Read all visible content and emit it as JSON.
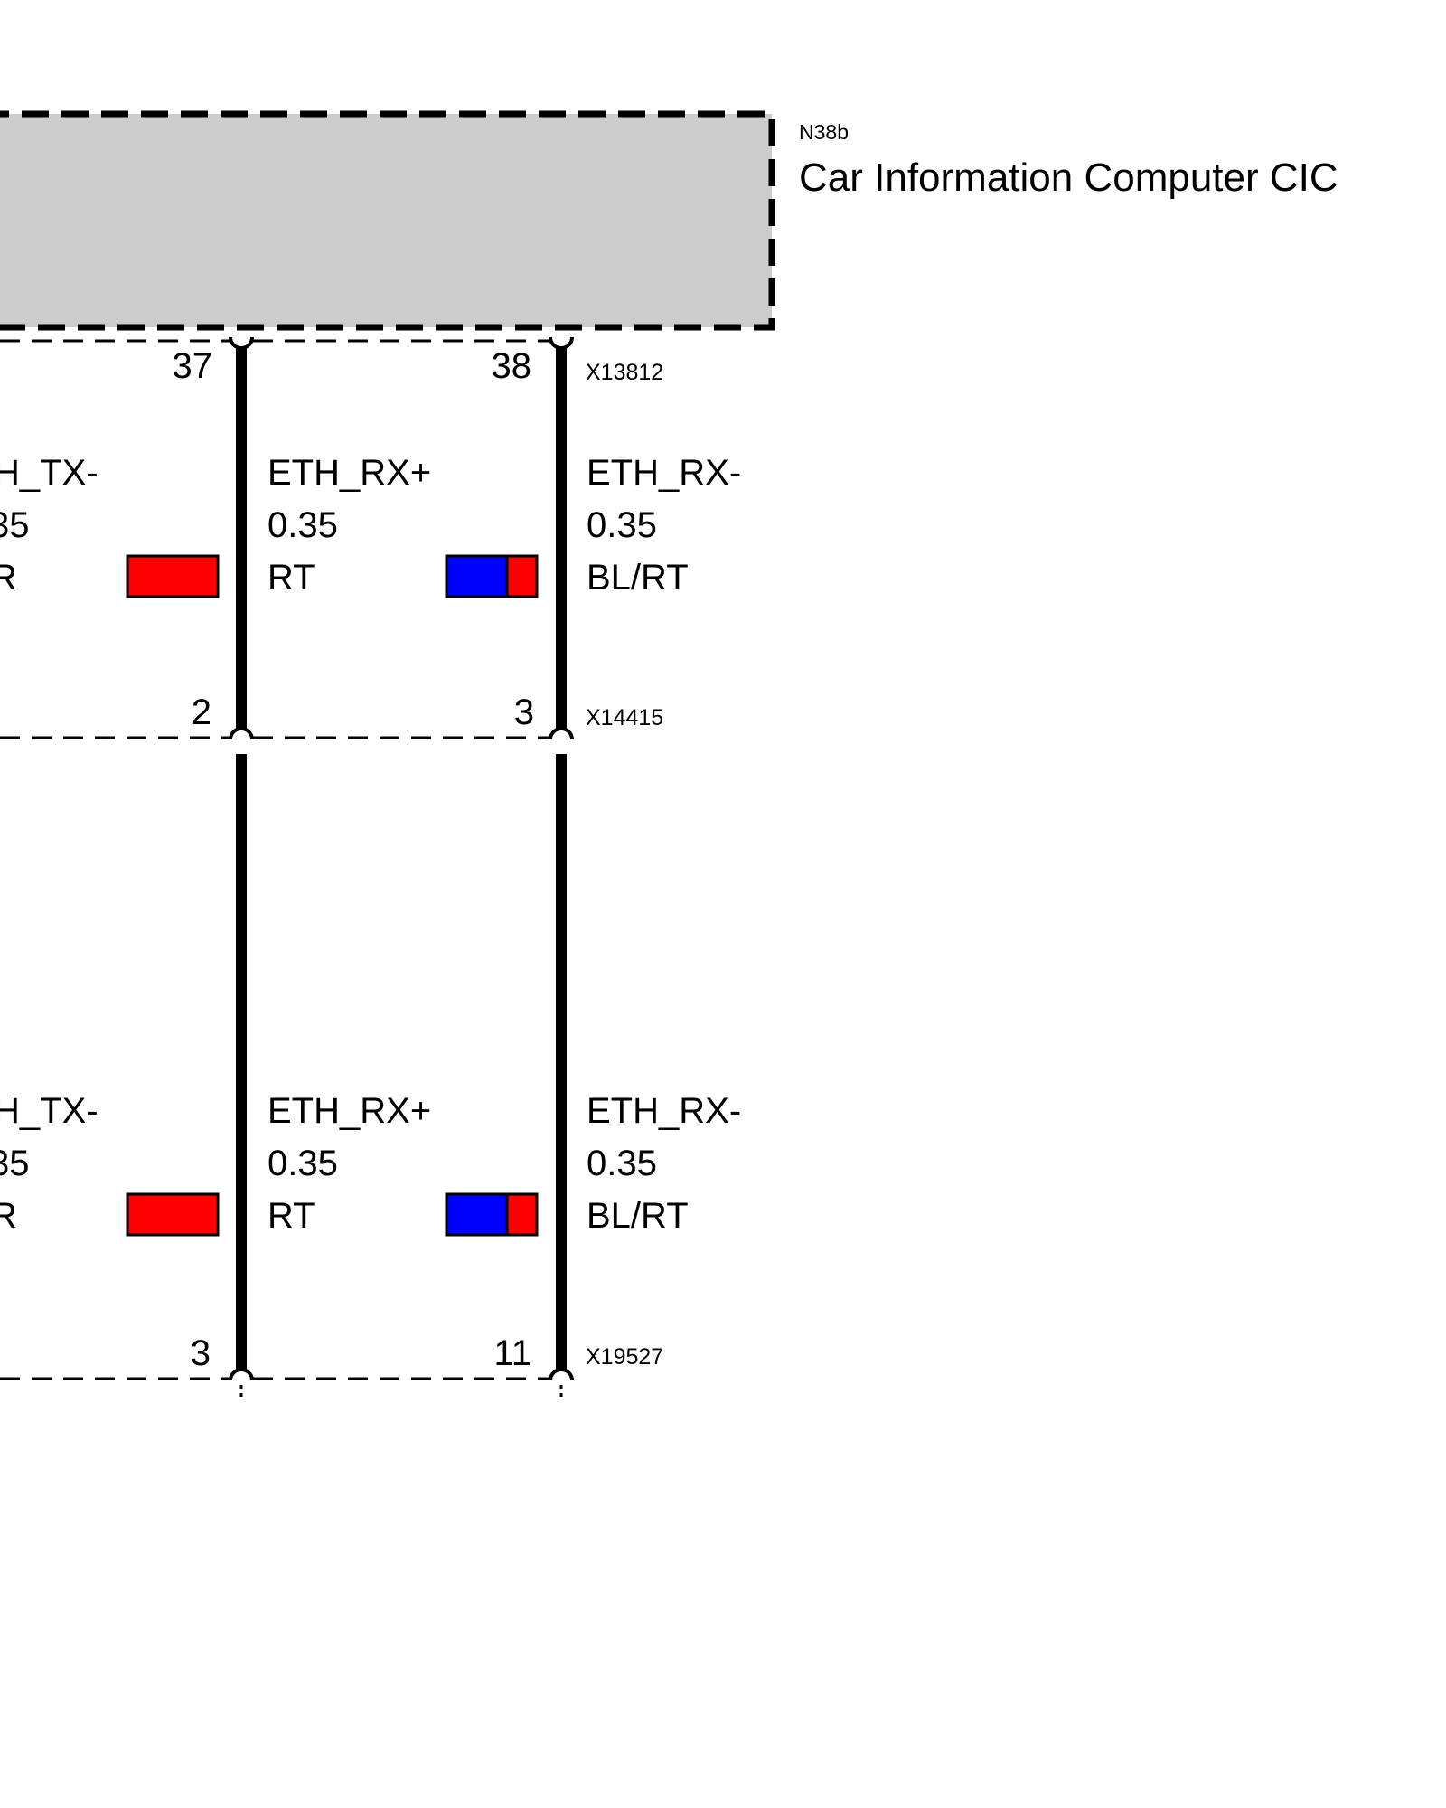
{
  "component": {
    "code": "N38b",
    "name": "Car Information Computer CIC",
    "fill_color": "#cccccc"
  },
  "connectors": [
    {
      "id": "X13812",
      "pins": [
        "37",
        "38"
      ]
    },
    {
      "id": "X14415",
      "pins": [
        "2",
        "3"
      ]
    },
    {
      "id": "X19527",
      "pins": [
        "3",
        "11"
      ]
    }
  ],
  "wires": [
    {
      "segment": "upper",
      "partial_left": {
        "signal": "H_TX-",
        "size": "35",
        "color": "R"
      },
      "items": [
        {
          "signal": "ETH_RX+",
          "size": "0.35",
          "color_code": "RT",
          "swatch": [
            "#ff0000"
          ]
        },
        {
          "signal": "ETH_RX-",
          "size": "0.35",
          "color_code": "BL/RT",
          "swatch": [
            "#0000ff",
            "#ff0000"
          ]
        }
      ]
    },
    {
      "segment": "lower",
      "partial_left": {
        "signal": "H_TX-",
        "size": "35",
        "color": "R"
      },
      "items": [
        {
          "signal": "ETH_RX+",
          "size": "0.35",
          "color_code": "RT",
          "swatch": [
            "#ff0000"
          ]
        },
        {
          "signal": "ETH_RX-",
          "size": "0.35",
          "color_code": "BL/RT",
          "swatch": [
            "#0000ff",
            "#ff0000"
          ]
        }
      ]
    }
  ]
}
